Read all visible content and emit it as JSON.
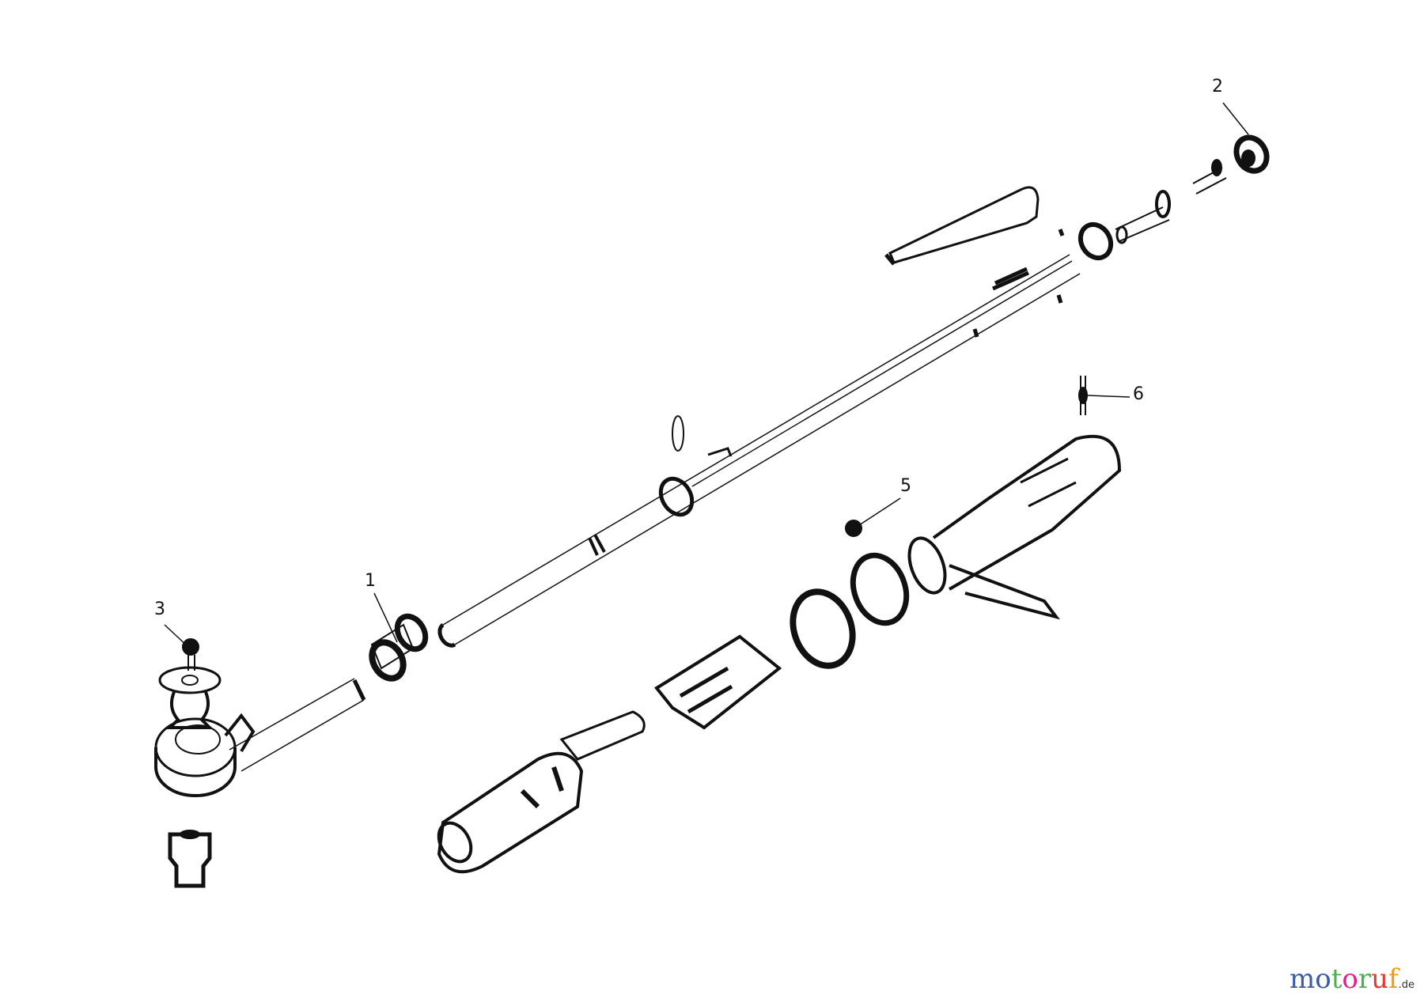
{
  "callouts": [
    {
      "number": "1",
      "part": "shaft"
    },
    {
      "number": "2",
      "part": "end-cap"
    },
    {
      "number": "3",
      "part": "knob-screw"
    },
    {
      "number": "5",
      "part": "ball"
    },
    {
      "number": "6",
      "part": "pin"
    }
  ],
  "watermark": {
    "text": "motoruf",
    "suffix": ".de",
    "letter_colors": [
      "#3b5ba5",
      "#3b5ba5",
      "#4caf50",
      "#e91e8c",
      "#4caf50",
      "#e53935",
      "#f39c12",
      "#f1c40f"
    ]
  }
}
